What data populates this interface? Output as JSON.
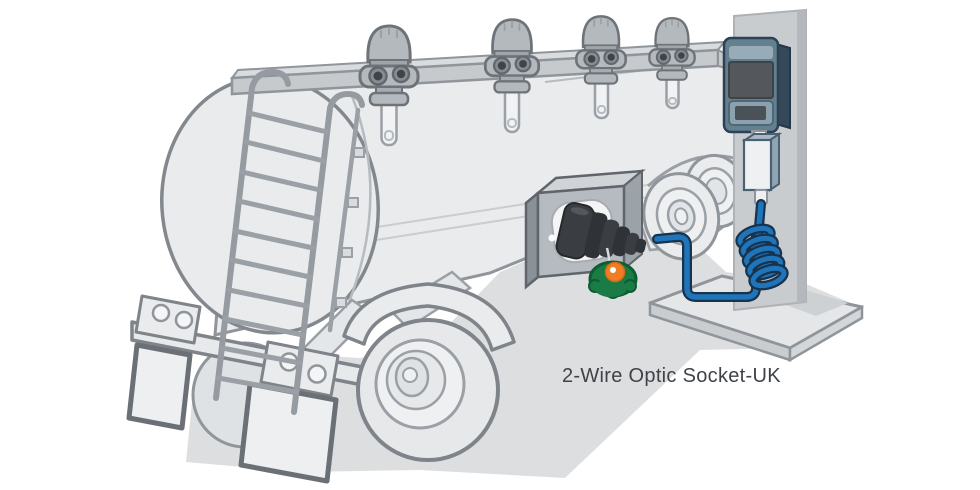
{
  "figure": {
    "caption": "2-Wire Optic Socket-UK",
    "scene": "Tank truck with overfill-prevention optic sensors connected by a coiled blue cable from the truck socket to a loading-rack monitor on a pedestal",
    "sensor_count": 4,
    "components": {
      "tanker_truck": "tank trailer with ladder, mud flaps and wheels",
      "overfill_sensors": "four 2-wire optic sensors with probes through the tank top",
      "socket_box": "truck-mounted optic socket with green rotation arc and plug inserted",
      "dust_cap": "green socket dust cap with orange center hanging on a cord",
      "coiled_cable": "blue coiled connection cable",
      "junction_box": "white junction box under the monitor",
      "rack_monitor": "blue-gray overfill monitor unit",
      "pedestal": "gray loading-rack pedestal post on concrete base"
    },
    "colors": {
      "background": "#ffffff",
      "truck_gray": "#e9ebec",
      "outline_gray": "#8f959a",
      "shadow_gray": "#dcdedf",
      "cable_blue": "#1f74ba",
      "cable_outline": "#17334d",
      "arc_green": "#1e8c50",
      "cap_green": "#1a7b45",
      "cap_orange": "#ee7d25",
      "monitor_blue_gray": "#63808f",
      "plug_dark": "#3a3e42",
      "label_text": "#3f4347"
    }
  }
}
